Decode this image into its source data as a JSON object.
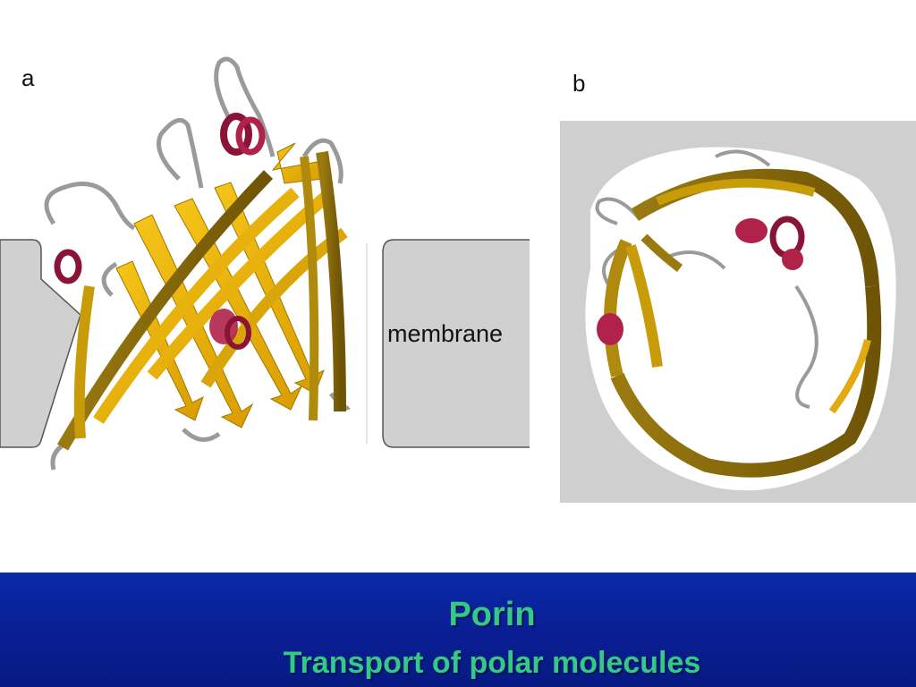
{
  "panels": {
    "a_label": "a",
    "b_label": "b",
    "membrane_label": "membrane"
  },
  "footer": {
    "title": "Porin",
    "subtitle": "Transport of polar molecules"
  },
  "colors": {
    "strand_gold": "#e8b408",
    "strand_dark": "#8a6a08",
    "helix": "#b0224a",
    "loop": "#9a9a9a",
    "membrane_gray": "#d0d0d0",
    "footer_blue": "#0a1f96",
    "title_green": "#35c985"
  }
}
